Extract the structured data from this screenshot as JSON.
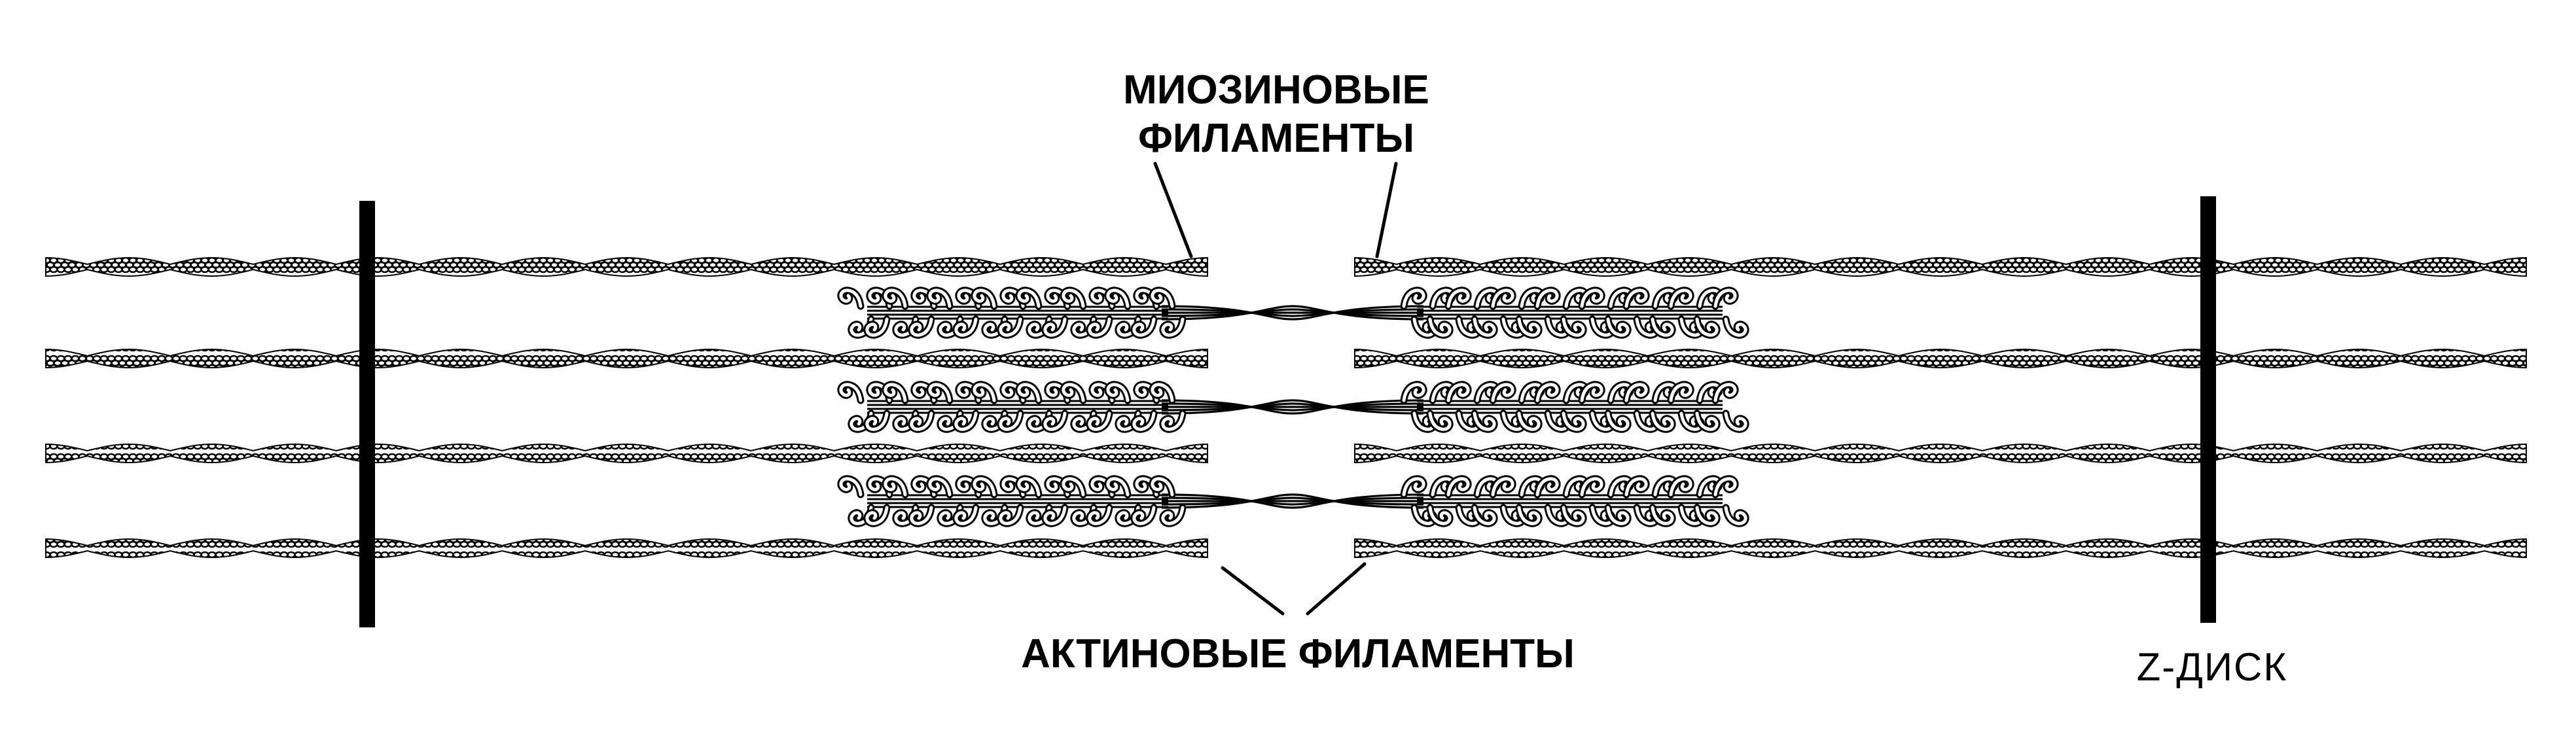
{
  "labels": {
    "myosin_line1": "МИОЗИНОВЫЕ",
    "myosin_line2": "ФИЛАМЕНТЫ",
    "actin": "АКТИНОВЫЕ ФИЛАМЕНТЫ",
    "zdisc": "Z-ДИСК"
  },
  "colors": {
    "ink": "#000000",
    "background": "#ffffff"
  }
}
